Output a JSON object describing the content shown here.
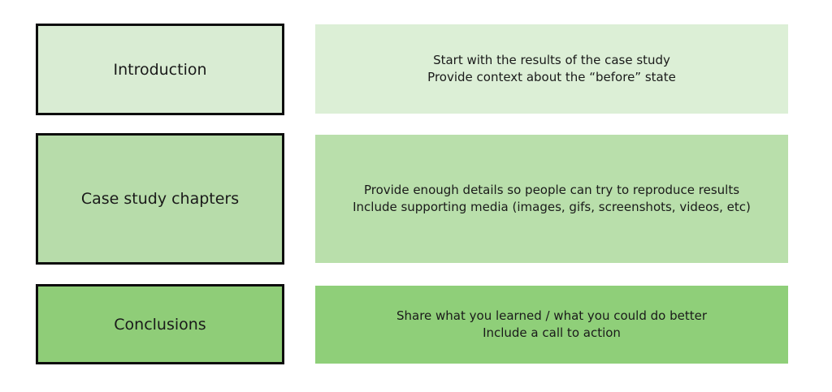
{
  "rows": [
    {
      "title": "Introduction",
      "lines": [
        "Start with the results of the case study",
        "Provide context about the “before” state"
      ],
      "left_color": "#d9ecd3",
      "right_color": "#dcefd6"
    },
    {
      "title": "Case study chapters",
      "lines": [
        "Provide enough details so people can try to reproduce results",
        "Include supporting media (images, gifs, screenshots, videos, etc)"
      ],
      "left_color": "#b7dcaa",
      "right_color": "#b9dfab"
    },
    {
      "title": "Conclusions",
      "lines": [
        "Share what you learned / what you could do better",
        "Include a call to action"
      ],
      "left_color": "#8fcd78",
      "right_color": "#8fcf79"
    }
  ]
}
